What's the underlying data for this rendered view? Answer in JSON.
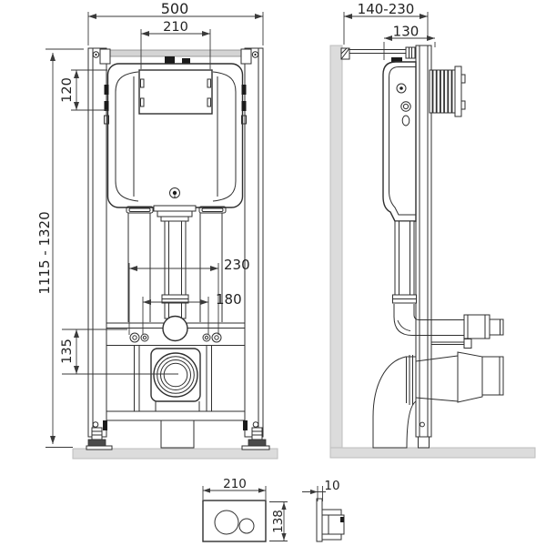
{
  "drawing": {
    "type": "technical-installation-dimension-drawing",
    "subject": "wall-hung WC concealed cistern installation frame with dual-flush plate",
    "colors": {
      "line": "#2f2f2f",
      "wall_fill": "#dcdcdc",
      "floor_fill": "#dcdcdc",
      "black_parts": "#1b1b1b",
      "background": "#ffffff"
    },
    "front_view": {
      "name": "frame front view",
      "dimensions": {
        "overall_width": "500",
        "inspection_window_width": "210",
        "inspection_window_height": "120",
        "frame_height_range": "1115 - 1320",
        "outlet_axis_height": "135",
        "fixing_spacing_outer": "230",
        "fixing_spacing_inner": "180"
      }
    },
    "side_view": {
      "name": "frame side view",
      "dimensions": {
        "installation_depth_range": "140-230",
        "cistern_depth": "130"
      }
    },
    "flush_plate_front": {
      "name": "flush plate front view",
      "dimensions": {
        "width": "210",
        "height": "138"
      }
    },
    "flush_plate_side": {
      "name": "flush plate side view",
      "dimensions": {
        "thickness": "10"
      }
    }
  }
}
